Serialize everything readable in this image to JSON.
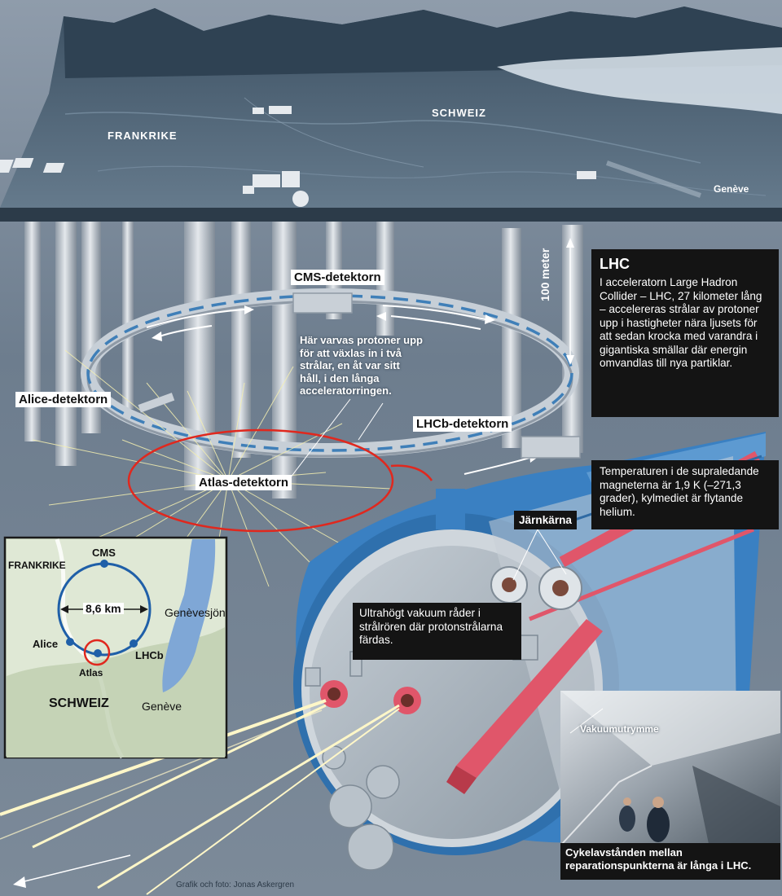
{
  "terrain_labels": {
    "frankrike": "FRANKRIKE",
    "schweiz": "SCHWEIZ",
    "geneve": "Genève"
  },
  "detectors": {
    "cms": "CMS-detektorn",
    "alice": "Alice-detektorn",
    "lhcb": "LHCb-detektorn",
    "atlas": "Atlas-detektorn"
  },
  "ring_note": "Här varvas  protoner upp för att växlas in i två strålar, en åt var sitt håll, i den långa acceleratorringen.",
  "depth_label": "100 meter",
  "lhc_box": {
    "heading": "LHC",
    "text": "I acceleratorn Large Hadron Collider – LHC, 27 kilometer lång – accelereras strålar av protoner upp i hastigheter nära ljusets för att sedan krocka med varandra i gigantiska smällar där energin omvandlas till nya partiklar."
  },
  "temperature_box": "Temperaturen i de supraledande magneterna är 1,9 K (–271,3 grader), kylmediet är flytande helium.",
  "iron_core_label": "Järnkärna",
  "vacuum_box": "Ultrahögt vakuum råder i strålrören där protonstrålarna färdas.",
  "vacuum_space_label": "Vakuumutrymme",
  "map": {
    "cms": "CMS",
    "frankrike": "FRANKRIKE",
    "distance": "8,6 km",
    "lake": "Genèvesjön",
    "alice": "Alice",
    "lhcb": "LHCb",
    "atlas": "Atlas",
    "schweiz": "SCHWEIZ",
    "geneve": "Genève"
  },
  "photo_caption": "Cykelavstånden mellan reparationspunkterna är långa i LHC.",
  "credit": "Grafik och foto: Jonas Askergren",
  "colors": {
    "background": "#5a6b7b",
    "terrain": "#4c6173",
    "pipe_blue": "#3f7fb8",
    "beam_red": "#e0566a",
    "ring_red": "#e0281e",
    "label_box": "#141414"
  }
}
